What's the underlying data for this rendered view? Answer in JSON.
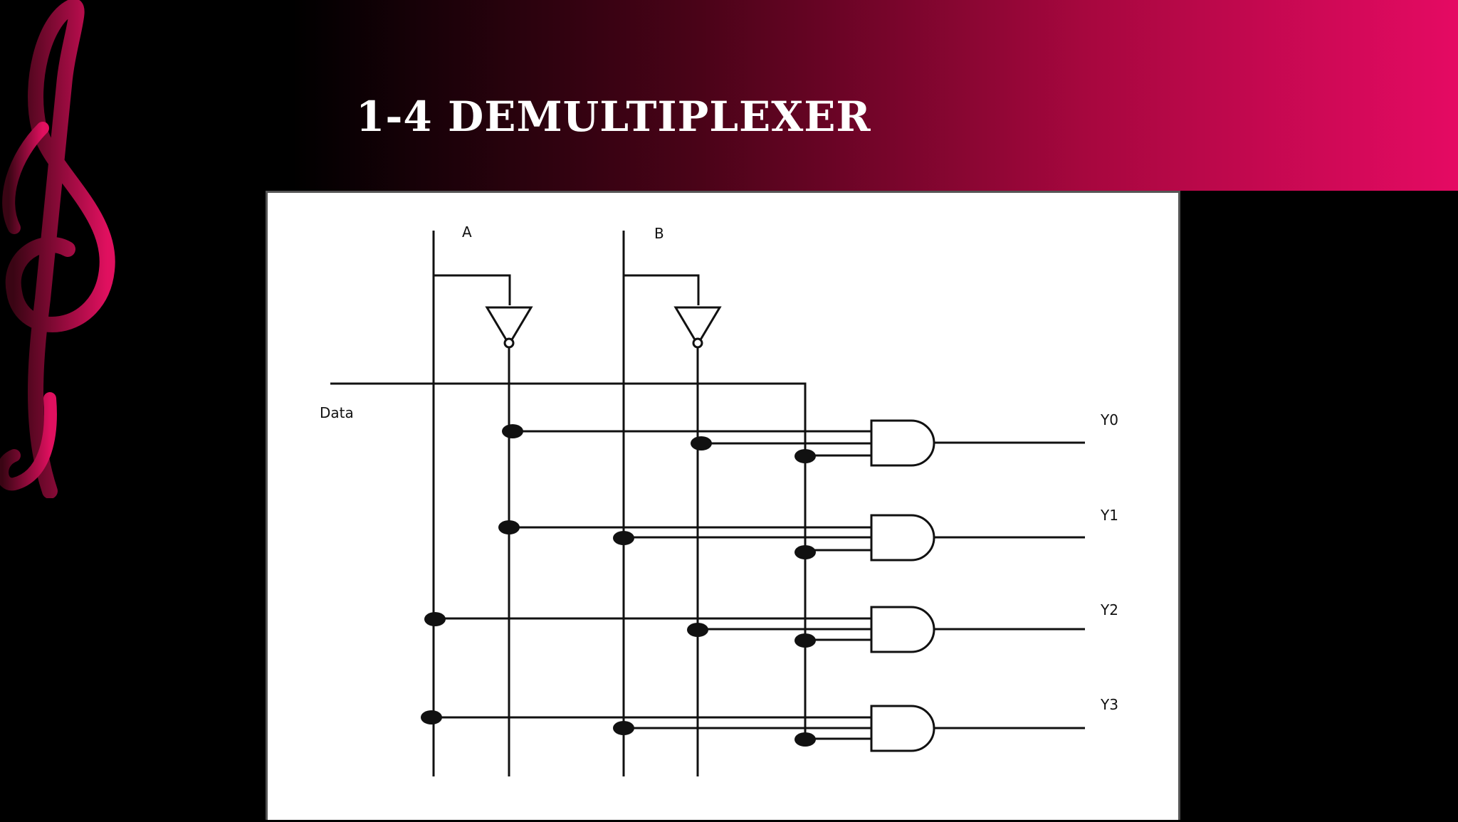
{
  "slide": {
    "title": "1-4 DEMULTIPLEXER"
  },
  "diagram": {
    "inputs": {
      "select_a": "A",
      "select_b": "B",
      "data": "Data"
    },
    "outputs": [
      "Y0",
      "Y1",
      "Y2",
      "Y3"
    ]
  },
  "colors": {
    "banner_start": "#000000",
    "banner_end": "#e50a63",
    "clef_light": "#e0105f",
    "clef_dark": "#3a0514"
  },
  "decorations": {
    "clef": "treble-clef-icon"
  }
}
